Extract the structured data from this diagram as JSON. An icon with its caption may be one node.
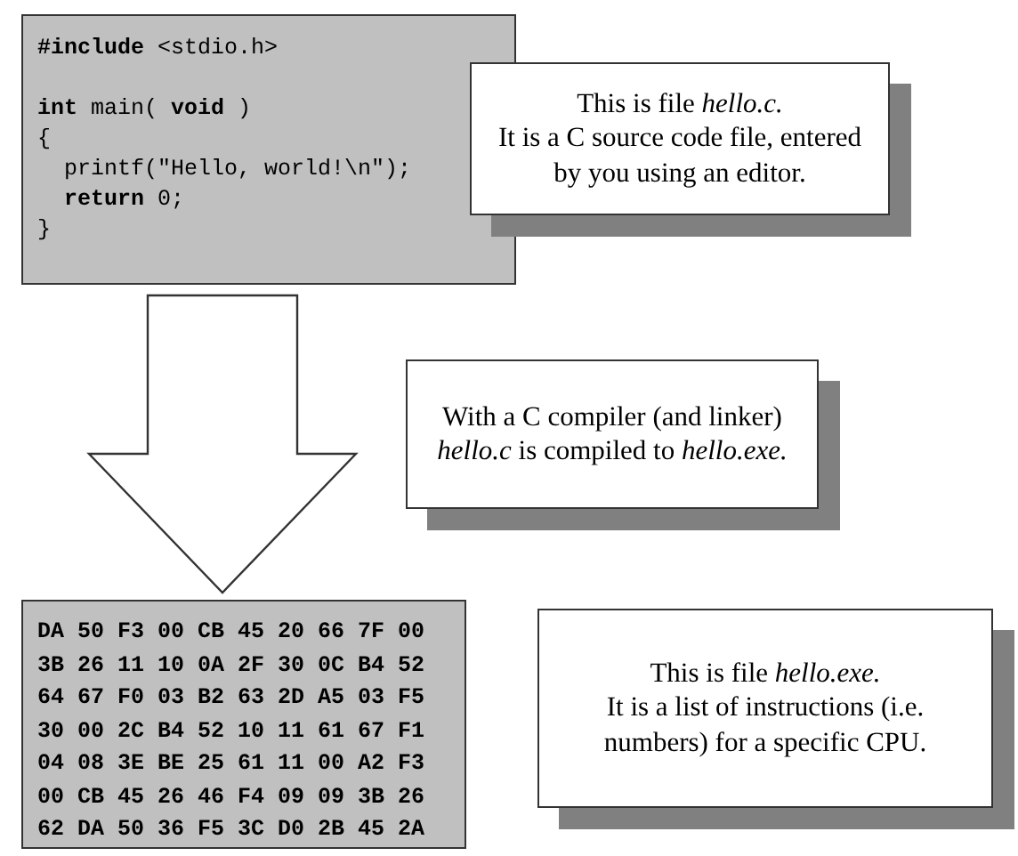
{
  "diagram": {
    "nodes": [
      {
        "text": [
          "**#include** <stdio.h>",
          "**int** main( **void** )",
          "{",
          "  printf(\"Hello, world!\\n\");",
          "  **return** 0;",
          "}"
        ]
      },
      {
        "text": [
          "This is file *hello.c.*",
          "It is a C source code file, entered by you using an editor."
        ]
      },
      {
        "text": [
          "With a C compiler (and linker) *hello.c* is compiled to *hello.exe.*"
        ]
      },
      {
        "text": [
          "DA 50 F3 00 CB 45 20 66 7F 00",
          "3B 26 11 10 0A 2F 30 0C B4 52",
          "64 67 F0 03 B2 63 2D A5 03 F5",
          "30 00 2C B4 52 10 11 61 67 F1",
          "04 08 3E BE 25 61 11 00 A2 F3",
          "00 CB 45 26 46 F4 09 09 3B 26",
          "62 DA 50 36 F5 3C D0 2B 45 2A"
        ]
      },
      {
        "text": [
          "This is file *hello.exe.*",
          "It is a list of instructions (i.e. numbers) for a specific CPU."
        ]
      }
    ],
    "edges": [
      {
        "from": 0,
        "to": 3,
        "arrow": "to",
        "style": "thick"
      }
    ]
  }
}
